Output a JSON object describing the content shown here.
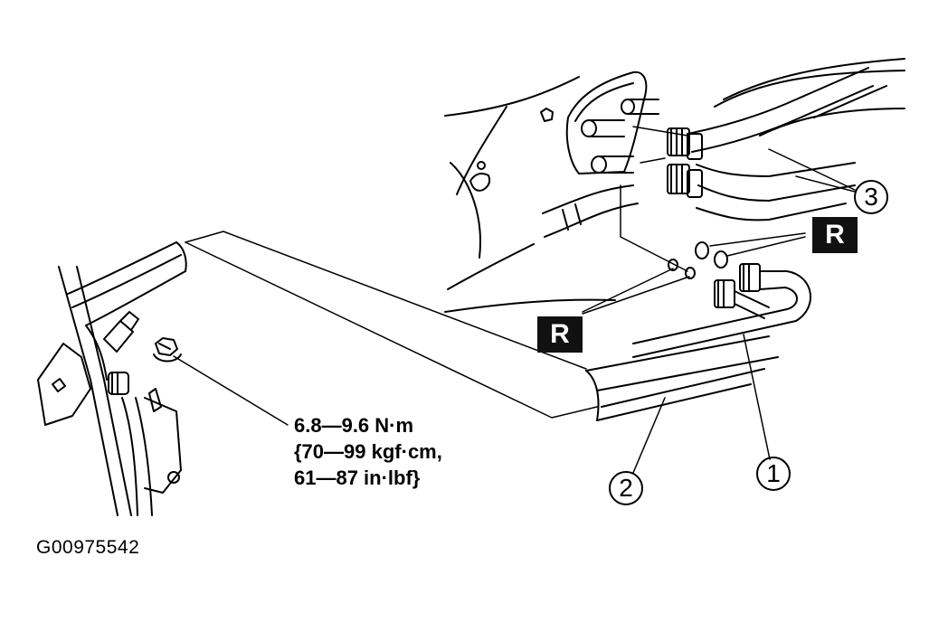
{
  "torque_spec": {
    "line1": "6.8—9.6 N·m",
    "line2": "{70—99 kgf·cm,",
    "line3": "61—87 in·lbf}"
  },
  "figure_id": "G00975542",
  "callouts": {
    "one": "1",
    "two": "2",
    "three": "3"
  },
  "replace_marks": {
    "upper": "R",
    "lower": "R"
  }
}
